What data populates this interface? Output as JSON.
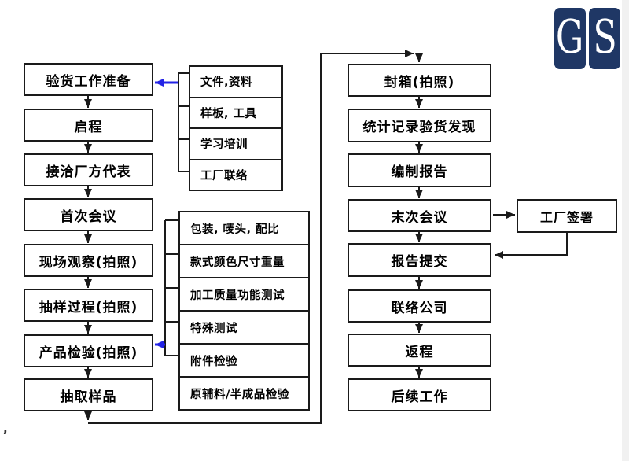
{
  "slide": {
    "background": "#ffffff",
    "edge_strip_color": "#f1f1f1",
    "footnote_mark": ","
  },
  "logo": {
    "letters": [
      "G",
      "S"
    ],
    "tile_color": "#1f3765",
    "letter_color": "#ffffff"
  },
  "colors": {
    "line": "#1a1a1a",
    "blue_arrow": "#2323e6",
    "box_border": "#1a1a1a"
  },
  "left_column": {
    "steps": [
      "验货工作准备",
      "启程",
      "接洽厂方代表",
      "首次会议",
      "现场观察(拍照)",
      "抽样过程(拍照)",
      "产品检验(拍照)",
      "抽取样品"
    ]
  },
  "prep_group": {
    "items": [
      "文件,资料",
      "样板, 工具",
      "学习培训",
      "工厂联络"
    ]
  },
  "inspection_group": {
    "items": [
      "包装, 唛头, 配比",
      "款式颜色尺寸重量",
      "加工质量功能测试",
      "特殊测试",
      "附件检验",
      "原辅料/半成品检验"
    ]
  },
  "right_column": {
    "steps": [
      "封箱(拍照)",
      "统计记录验货发现",
      "编制报告",
      "末次会议",
      "报告提交",
      "联络公司",
      "返程",
      "后续工作"
    ]
  },
  "side_box": {
    "label": "工厂签署"
  }
}
